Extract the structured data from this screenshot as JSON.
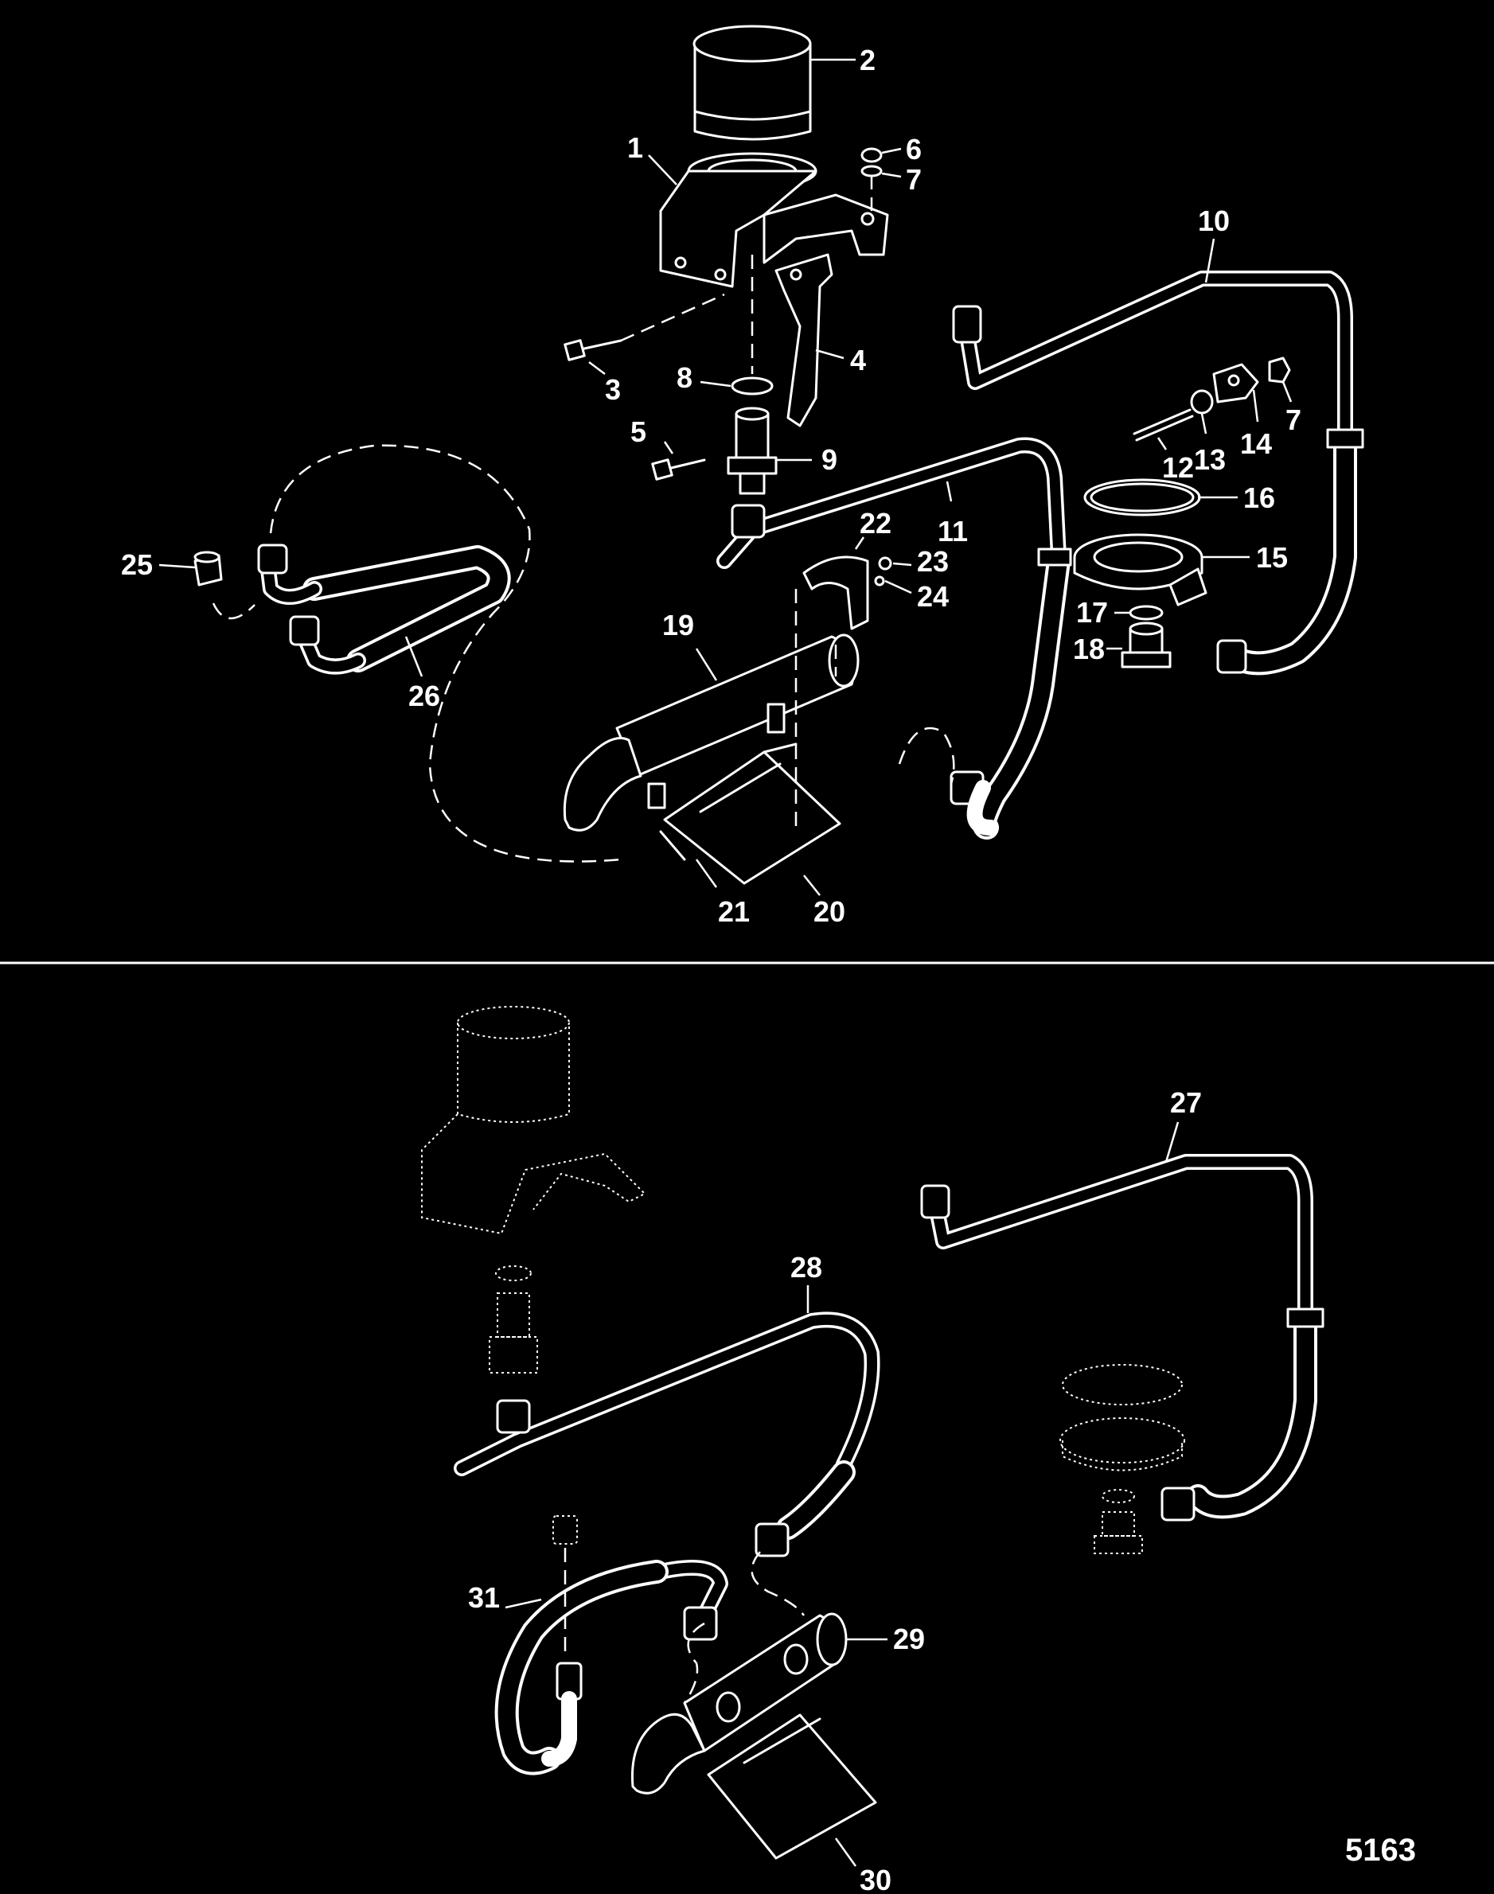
{
  "figure_id": "5163",
  "callouts": [
    {
      "label": "1"
    },
    {
      "label": "2"
    },
    {
      "label": "3"
    },
    {
      "label": "4"
    },
    {
      "label": "5"
    },
    {
      "label": "6"
    },
    {
      "label": "7"
    },
    {
      "label": "8"
    },
    {
      "label": "9"
    },
    {
      "label": "10"
    },
    {
      "label": "11"
    },
    {
      "label": "12"
    },
    {
      "label": "13"
    },
    {
      "label": "14"
    },
    {
      "label": "7"
    },
    {
      "label": "15"
    },
    {
      "label": "16"
    },
    {
      "label": "17"
    },
    {
      "label": "18"
    },
    {
      "label": "19"
    },
    {
      "label": "20"
    },
    {
      "label": "21"
    },
    {
      "label": "22"
    },
    {
      "label": "23"
    },
    {
      "label": "24"
    },
    {
      "label": "25"
    },
    {
      "label": "26"
    },
    {
      "label": "27"
    },
    {
      "label": "28"
    },
    {
      "label": "29"
    },
    {
      "label": "30"
    },
    {
      "label": "31"
    }
  ]
}
